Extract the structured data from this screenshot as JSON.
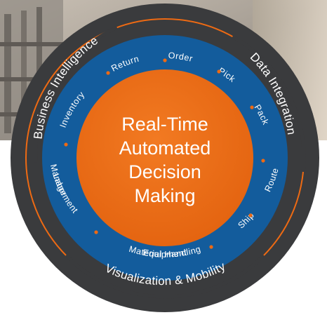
{
  "diagram": {
    "center_lines": [
      "Real-Time",
      "Automated",
      "Decision",
      "Making"
    ],
    "outer_ring": {
      "top_left": "Business Intelligence",
      "top_right": "Data Integration",
      "bottom": "Visualization & Mobility"
    },
    "process_steps": {
      "return": "Return",
      "order": "Order",
      "pick": "Pick",
      "pack": "Pack",
      "route": "Route",
      "ship": "Ship",
      "material_handling_1": "Material Handling",
      "material_handling_2": "Equipment",
      "labor_1": "Labor",
      "labor_2": "Management",
      "inventory": "Inventory"
    },
    "colors": {
      "dark_ring": "#3a3b3d",
      "blue_ring": "#135c9c",
      "center": "#ee6a13",
      "accent_line": "#ee6a13",
      "dot": "#ee6a13",
      "text": "#ffffff"
    },
    "background_icon": "warehouse-photo"
  }
}
